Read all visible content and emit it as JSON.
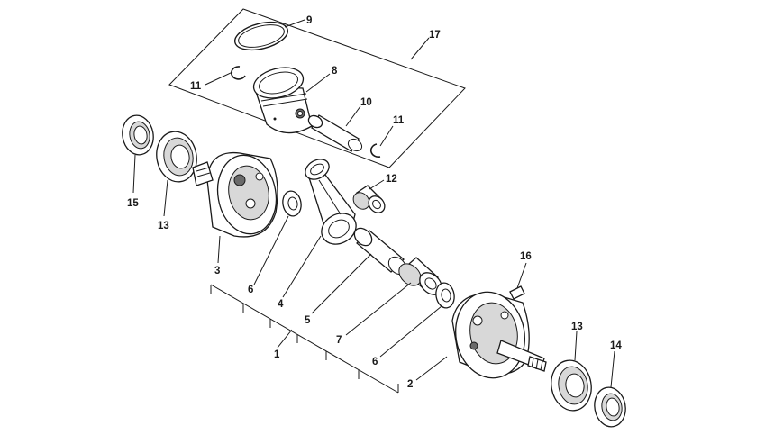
{
  "callouts": {
    "c1": "1",
    "c2": "2",
    "c3": "3",
    "c4": "4",
    "c5": "5",
    "c6a": "6",
    "c6b": "6",
    "c7": "7",
    "c8": "8",
    "c9": "9",
    "c10": "10",
    "c11a": "11",
    "c11b": "11",
    "c12": "12",
    "c13a": "13",
    "c13b": "13",
    "c14": "14",
    "c15": "15",
    "c16": "16",
    "c17": "17"
  },
  "colors": {
    "line": "#1a1a1a",
    "background": "#ffffff"
  }
}
